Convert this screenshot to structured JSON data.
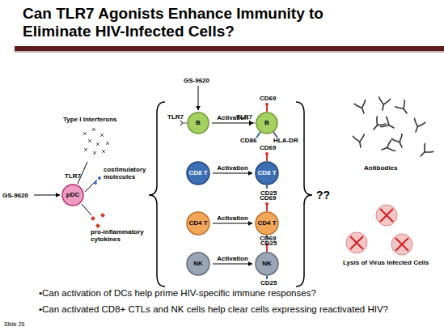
{
  "diagram": {
    "title": "Can TLR7 Agonists Enhance Immunity to Eliminate HIV-Infected Cells?",
    "nodes": [
      {
        "text": [
          "pDC"
        ]
      },
      {
        "text": [
          "B"
        ]
      },
      {
        "text": [
          "B"
        ]
      },
      {
        "text": [
          "CD8 T"
        ]
      },
      {
        "text": [
          "CD8 T"
        ]
      },
      {
        "text": [
          "CD4 T"
        ]
      },
      {
        "text": [
          "CD4 T"
        ]
      },
      {
        "text": [
          "NK"
        ]
      },
      {
        "text": [
          "NK"
        ]
      }
    ],
    "edges": [
      {
        "from": 1,
        "to": 2,
        "arrow": "to",
        "label": "Activation"
      },
      {
        "from": 3,
        "to": 4,
        "arrow": "to",
        "label": "Activation"
      },
      {
        "from": 5,
        "to": 6,
        "arrow": "to",
        "label": "Activation"
      },
      {
        "from": 7,
        "to": 8,
        "arrow": "to",
        "label": "Activation"
      }
    ],
    "labels": [
      "GS-9620",
      "TLR7",
      "CD69",
      "TLR7",
      "CD86",
      "HLA-DR",
      "CD69",
      "CD25",
      "CD69",
      "CD25",
      "CD69",
      "CD25",
      "Type I Interferons",
      "GS-9620",
      "TLR7",
      "costimulatory molecules",
      "pro-inflammatory cytokines",
      "??",
      "Antibodies",
      "Lysis of Virus Infected Cells",
      "•Can activation of DCs help prime HIV-specific immune responses?",
      "•Can activated CD8+ CTLs and NK cells help clear cells expressing reactivated HIV?",
      "Slide 26"
    ]
  }
}
